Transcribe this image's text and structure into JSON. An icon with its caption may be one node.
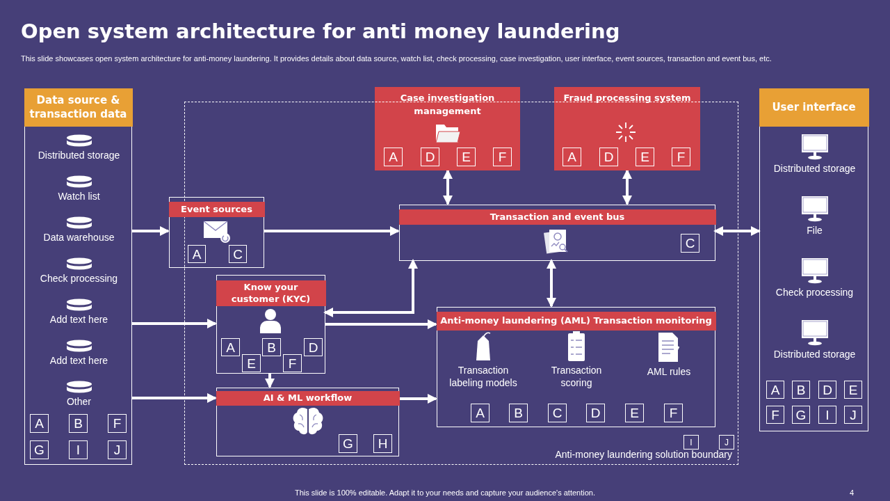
{
  "diagram": {
    "title": "Open system architecture for anti money laundering",
    "nodes": [
      {
        "text": [
          "Data source & transaction data"
        ]
      },
      {
        "text": [
          "Distributed storage"
        ],
        "in": 0
      },
      {
        "text": [
          "Watch list"
        ],
        "in": 0
      },
      {
        "text": [
          "Data warehouse"
        ],
        "in": 0
      },
      {
        "text": [
          "Check processing"
        ],
        "in": 0
      },
      {
        "text": [
          "Add text here"
        ],
        "in": 0
      },
      {
        "text": [
          "Add text here"
        ],
        "in": 0
      },
      {
        "text": [
          "Other"
        ],
        "in": 0
      },
      {
        "text": [
          "A"
        ],
        "in": 0
      },
      {
        "text": [
          "B"
        ],
        "in": 0
      },
      {
        "text": [
          "F"
        ],
        "in": 0
      },
      {
        "text": [
          "G"
        ],
        "in": 0
      },
      {
        "text": [
          "I"
        ],
        "in": 0
      },
      {
        "text": [
          "J"
        ],
        "in": 0
      },
      {
        "text": [
          "Case investigation management"
        ]
      },
      {
        "text": [
          "A"
        ],
        "in": 14
      },
      {
        "text": [
          "D"
        ],
        "in": 14
      },
      {
        "text": [
          "E"
        ],
        "in": 14
      },
      {
        "text": [
          "F"
        ],
        "in": 14
      },
      {
        "text": [
          "Fraud processing system"
        ]
      },
      {
        "text": [
          "A"
        ],
        "in": 19
      },
      {
        "text": [
          "D"
        ],
        "in": 19
      },
      {
        "text": [
          "E"
        ],
        "in": 19
      },
      {
        "text": [
          "F"
        ],
        "in": 19
      },
      {
        "text": [
          "User interface"
        ]
      },
      {
        "text": [
          "Distributed storage"
        ],
        "in": 24
      },
      {
        "text": [
          "File"
        ],
        "in": 24
      },
      {
        "text": [
          "Check processing"
        ],
        "in": 24
      },
      {
        "text": [
          "Distributed storage"
        ],
        "in": 24
      },
      {
        "text": [
          "A"
        ],
        "in": 24
      },
      {
        "text": [
          "B"
        ],
        "in": 24
      },
      {
        "text": [
          "D"
        ],
        "in": 24
      },
      {
        "text": [
          "E"
        ],
        "in": 24
      },
      {
        "text": [
          "F"
        ],
        "in": 24
      },
      {
        "text": [
          "G"
        ],
        "in": 24
      },
      {
        "text": [
          "I"
        ],
        "in": 24
      },
      {
        "text": [
          "J"
        ],
        "in": 24
      },
      {
        "text": [
          "Anti-money laundering solution boundary"
        ]
      },
      {
        "text": [
          "Event sources"
        ],
        "in": 37
      },
      {
        "text": [
          "A"
        ],
        "in": 38
      },
      {
        "text": [
          "C"
        ],
        "in": 38
      },
      {
        "text": [
          "Transaction and event bus"
        ],
        "in": 37
      },
      {
        "text": [
          "C"
        ],
        "in": 41
      },
      {
        "text": [
          "Know your customer (KYC)"
        ],
        "in": 37
      },
      {
        "text": [
          "A"
        ],
        "in": 43
      },
      {
        "text": [
          "B"
        ],
        "in": 43
      },
      {
        "text": [
          "D"
        ],
        "in": 43
      },
      {
        "text": [
          "E"
        ],
        "in": 43
      },
      {
        "text": [
          "F"
        ],
        "in": 43
      },
      {
        "text": [
          "AI & ML workflow"
        ],
        "in": 37
      },
      {
        "text": [
          "G"
        ],
        "in": 49
      },
      {
        "text": [
          "H"
        ],
        "in": 49
      },
      {
        "text": [
          "Anti-money laundering (AML) Transaction monitoring"
        ],
        "in": 37
      },
      {
        "text": [
          "Transaction labeling models"
        ],
        "in": 52
      },
      {
        "text": [
          "Transaction scoring"
        ],
        "in": 52
      },
      {
        "text": [
          "AML rules"
        ],
        "in": 52
      },
      {
        "text": [
          "A"
        ],
        "in": 52
      },
      {
        "text": [
          "B"
        ],
        "in": 52
      },
      {
        "text": [
          "C"
        ],
        "in": 52
      },
      {
        "text": [
          "D"
        ],
        "in": 52
      },
      {
        "text": [
          "E"
        ],
        "in": 52
      },
      {
        "text": [
          "F"
        ],
        "in": 52
      },
      {
        "text": [
          "I"
        ],
        "in": 37
      },
      {
        "text": [
          "J"
        ],
        "in": 37
      }
    ],
    "edges": [
      {
        "from": 0,
        "to": 38,
        "arrow": "to"
      },
      {
        "from": 38,
        "to": 41,
        "arrow": "to"
      },
      {
        "from": 0,
        "to": 43,
        "arrow": "to"
      },
      {
        "from": 0,
        "to": 49,
        "arrow": "to"
      },
      {
        "from": 14,
        "to": 41,
        "arrow": "both"
      },
      {
        "from": 19,
        "to": 41,
        "arrow": "both"
      },
      {
        "from": 41,
        "to": 24,
        "arrow": "both"
      },
      {
        "from": 41,
        "to": 43,
        "arrow": "both"
      },
      {
        "from": 41,
        "to": 52,
        "arrow": "both"
      },
      {
        "from": 43,
        "to": 52,
        "arrow": "to"
      },
      {
        "from": 43,
        "to": 49,
        "arrow": "to"
      },
      {
        "from": 49,
        "to": 52,
        "arrow": "to"
      }
    ],
    "labels": [
      "This slide showcases open system architecture for anti-money laundering. It provides details about data source, watch list, check processing, case investigation, user interface, event sources, transaction and event bus, etc.",
      "This slide is 100% editable. Adapt it to your needs and capture your audience's attention.",
      "4"
    ]
  }
}
